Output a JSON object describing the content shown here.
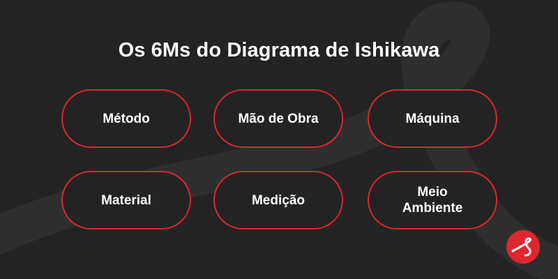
{
  "title": "Os 6Ms do Diagrama de Ishikawa",
  "accent_color": "#e0262f",
  "background_color": "#232323",
  "items": [
    {
      "label": "Método"
    },
    {
      "label": "Mão de Obra"
    },
    {
      "label": "Máquina"
    },
    {
      "label": "Material"
    },
    {
      "label": "Medição"
    },
    {
      "label": "Meio\nAmbiente"
    }
  ],
  "logo": {
    "icon": "brand-s-logo-icon"
  }
}
